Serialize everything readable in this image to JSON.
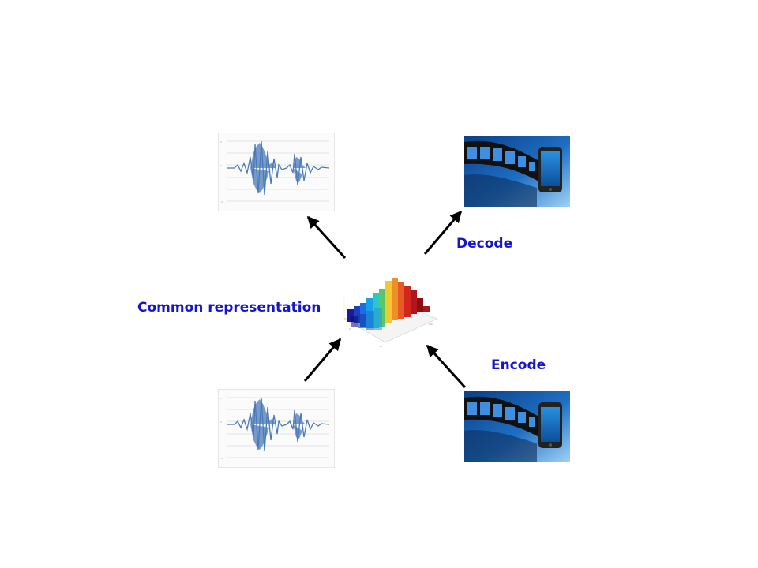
{
  "labels": {
    "common": "Common representation",
    "decode": "Decode",
    "encode": "Encode"
  },
  "colors": {
    "label": "#1414d2",
    "wave": "#4a7ab8",
    "media_bg": "#1e6fc4",
    "arrow": "#000000"
  },
  "icons": {
    "waveform_top": "audio-waveform-chart",
    "waveform_bottom": "audio-waveform-chart",
    "media_top": "smartphone-film-strip-image",
    "media_bottom": "smartphone-film-strip-image",
    "center": "3d-spectrogram-surface"
  }
}
